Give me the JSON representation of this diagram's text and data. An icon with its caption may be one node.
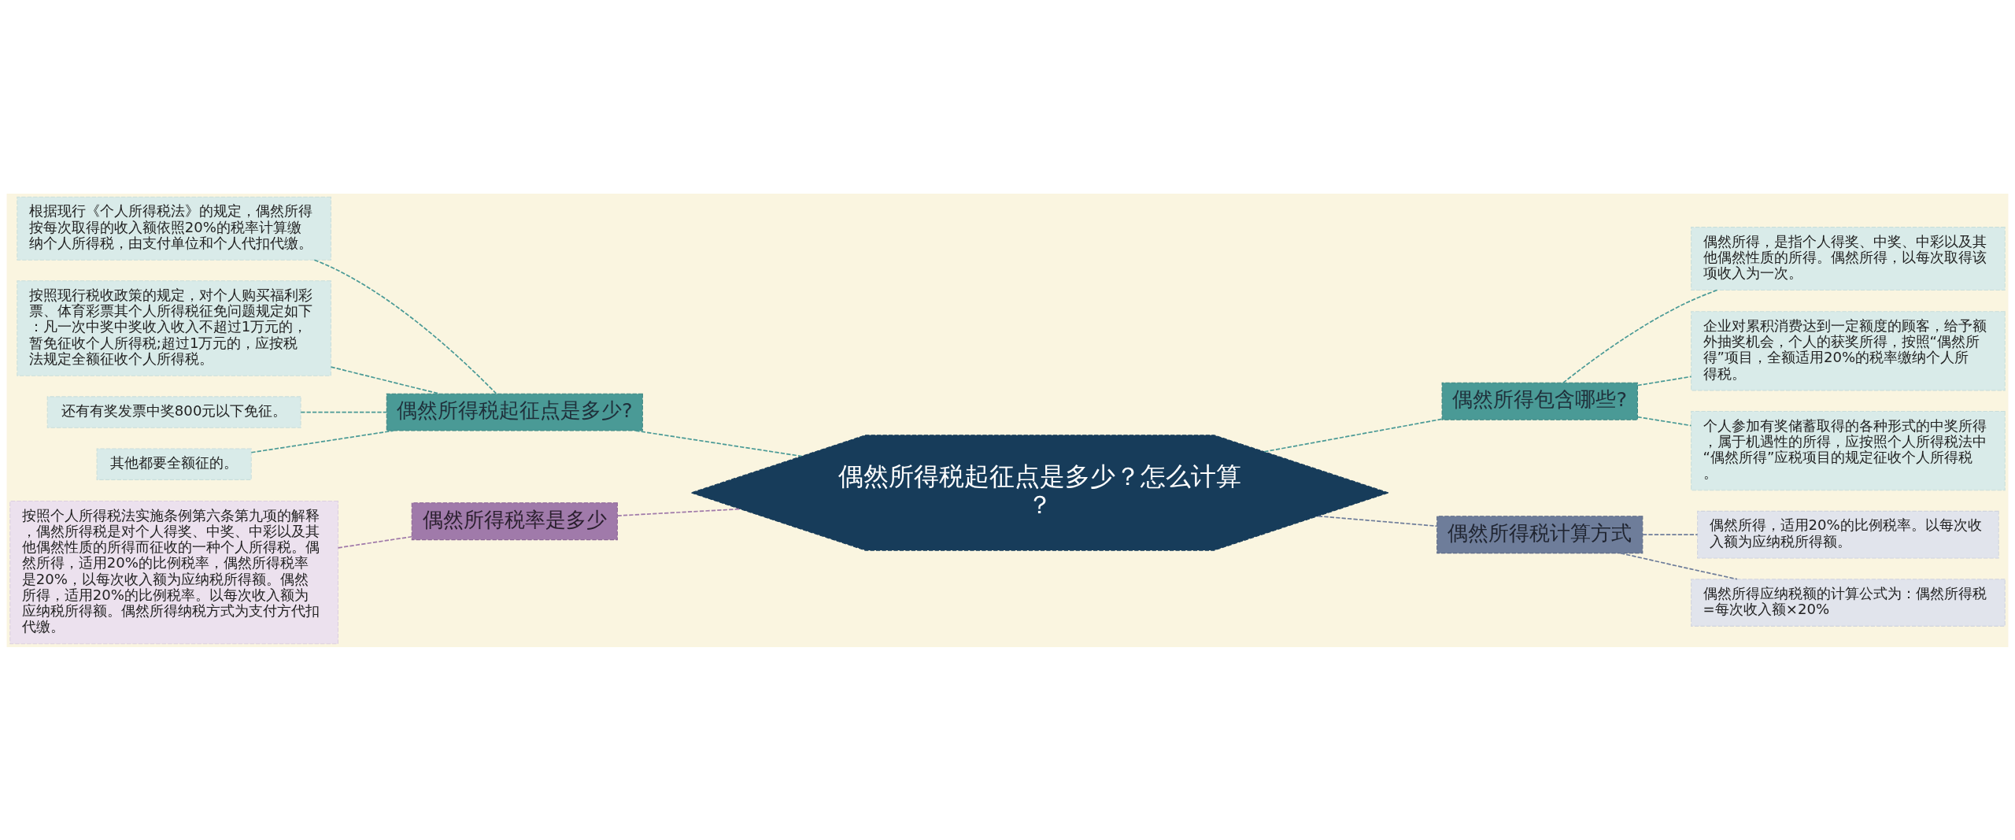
{
  "diagram": {
    "nodes": [
      {
        "text": [
          "偶然所得税起征点是多少？怎么计算？"
        ]
      },
      {
        "text": [
          "偶然所得税起征点是多少?"
        ]
      },
      {
        "text": [
          "根据现行《个人所得税法》的规定，偶然所得按每次取得的收入额依照20%的税率计算缴纳个人所得税，由支付单位和个人代扣代缴。"
        ]
      },
      {
        "text": [
          "按照现行税收政策的规定，对个人购买福利彩票、体育彩票其个人所得税征免问题规定如下：凡一次中奖中奖收入收入不超过1万元的，暂免征收个人所得税;超过1万元的，应按税法规定全额征收个人所得税。"
        ]
      },
      {
        "text": [
          "还有有奖发票中奖800元以下免征。"
        ]
      },
      {
        "text": [
          "其他都要全额征的。"
        ]
      },
      {
        "text": [
          "偶然所得税率是多少"
        ]
      },
      {
        "text": [
          "按照个人所得税法实施条例第六条第九项的解释，偶然所得税是对个人得奖、中奖、中彩以及其他偶然性质的所得而征收的一种个人所得税。偶然所得，适用20%的比例税率，偶然所得税率是20%，以每次收入额为应纳税所得额。偶然所得，适用20%的比例税率。以每次收入额为应纳税所得额。偶然所得纳税方式为支付方代扣代缴。"
        ]
      },
      {
        "text": [
          "偶然所得包含哪些?"
        ]
      },
      {
        "text": [
          "偶然所得，是指个人得奖、中奖、中彩以及其他偶然性质的所得。偶然所得，以每次取得该项收入为一次。"
        ]
      },
      {
        "text": [
          "企业对累积消费达到一定额度的顾客，给予额外抽奖机会，个人的获奖所得，按照“偶然所得”项目，全额适用20%的税率缴纳个人所得税。"
        ]
      },
      {
        "text": [
          "个人参加有奖储蓄取得的各种形式的中奖所得，属于机遇性的所得，应按照个人所得税法中“偶然所得”应税项目的规定征收个人所得税。"
        ]
      },
      {
        "text": [
          "偶然所得税计算方式"
        ]
      },
      {
        "text": [
          "偶然所得，适用20%的比例税率。以每次收入额为应纳税所得额。"
        ]
      },
      {
        "text": [
          "偶然所得应纳税额的计算公式为：偶然所得税=每次收入额×20%"
        ]
      }
    ],
    "edges": [
      {
        "from": 0,
        "to": 1,
        "arrow": "none"
      },
      {
        "from": 1,
        "to": 2,
        "arrow": "none"
      },
      {
        "from": 1,
        "to": 3,
        "arrow": "none"
      },
      {
        "from": 1,
        "to": 4,
        "arrow": "none"
      },
      {
        "from": 1,
        "to": 5,
        "arrow": "none"
      },
      {
        "from": 0,
        "to": 6,
        "arrow": "none",
        "color": "#a07aaa"
      },
      {
        "from": 6,
        "to": 7,
        "arrow": "none",
        "color": "#a07aaa"
      },
      {
        "from": 0,
        "to": 8,
        "arrow": "none"
      },
      {
        "from": 8,
        "to": 9,
        "arrow": "none"
      },
      {
        "from": 8,
        "to": 10,
        "arrow": "none"
      },
      {
        "from": 8,
        "to": 11,
        "arrow": "none"
      },
      {
        "from": 0,
        "to": 12,
        "arrow": "none",
        "color": "#6e7d9a"
      },
      {
        "from": 12,
        "to": 13,
        "arrow": "none",
        "color": "#6e7d9a"
      },
      {
        "from": 12,
        "to": 14,
        "arrow": "none",
        "color": "#6e7d9a"
      }
    ]
  }
}
